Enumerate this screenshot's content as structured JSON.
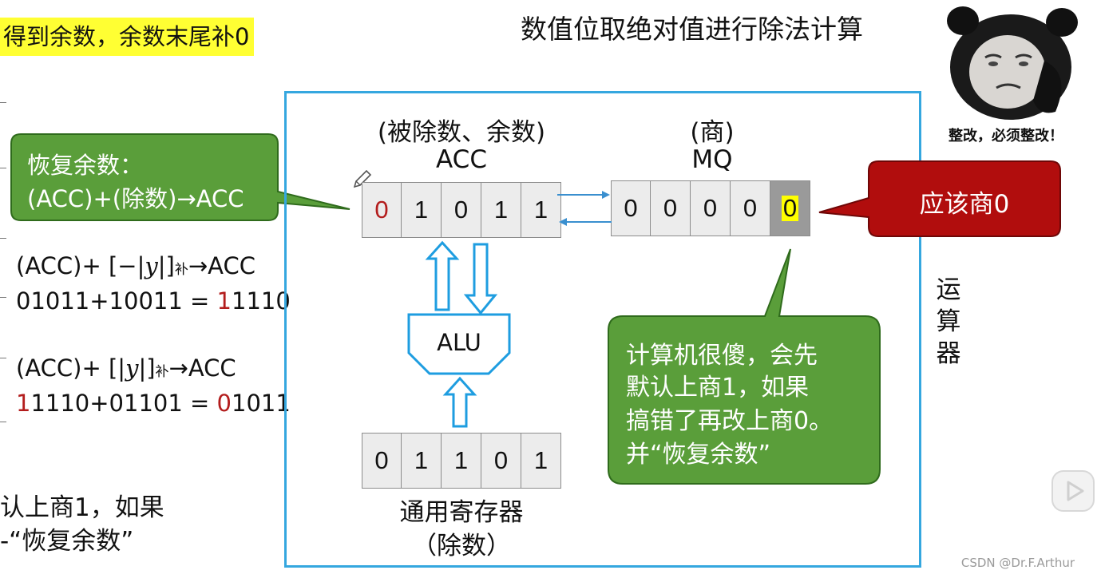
{
  "top_left_highlight": "得到余数，余数末尾补0",
  "main_title": "数值位取绝对值进行除法计算",
  "left_panel": {
    "line1": {
      "prefix": "(ACC)+ [−|",
      "var": "y",
      "suffix": "|]",
      "sub": "补",
      "tail": "→ACC"
    },
    "line2": {
      "red": "",
      "before_red": "01011+10011 = ",
      "red_part": "1",
      "after_red": "1110"
    },
    "line3": {
      "prefix": "(ACC)+ [|",
      "var": "y",
      "suffix": "|]",
      "sub": "补",
      "tail": "→ACC"
    },
    "line4": {
      "red_a": "1",
      "mid": "1110+01101 = ",
      "red_b": "0",
      "tail": "1011"
    },
    "cut_line1": "认上商1，如果",
    "cut_line2": "‑“恢复余数”"
  },
  "green_bubble_left": {
    "line1": "恢复余数：",
    "line2": "(ACC)+(除数)→ACC"
  },
  "acc": {
    "label_top": "(被除数、余数)",
    "label": "ACC",
    "bits": [
      "0",
      "1",
      "0",
      "1",
      "1"
    ]
  },
  "mq": {
    "label_top": "(商)",
    "label": "MQ",
    "bits": [
      "0",
      "0",
      "0",
      "0",
      "0"
    ]
  },
  "red_bubble": "应该商0",
  "alu_label": "ALU",
  "divisor_reg": {
    "bits": [
      "0",
      "1",
      "1",
      "0",
      "1"
    ],
    "label": "通用寄存器",
    "label2": "（除数）"
  },
  "green_bubble_right": {
    "line1": "计算机很傻，会先",
    "line2": "默认上商1，如果",
    "line3": "搞错了再改上商0。",
    "line4": "并“恢复余数”"
  },
  "side_label": [
    "运",
    "算",
    "器"
  ],
  "meme_caption": "整改，必须整改！",
  "watermark": "CSDN @Dr.F.Arthur",
  "colors": {
    "frame": "#35a7df",
    "green": "#5a9e3a",
    "red_bubble": "#b10d0d",
    "highlight": "#ffff33",
    "red_text": "#b31d1d"
  }
}
